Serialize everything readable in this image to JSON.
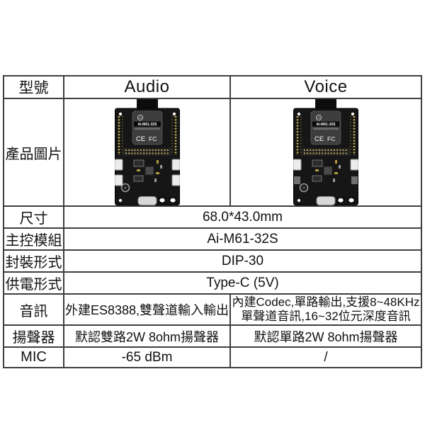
{
  "table": {
    "header": {
      "model_label": "型號",
      "audio": "Audio",
      "voice": "Voice"
    },
    "product_image": {
      "label": "產品圖片"
    },
    "size": {
      "label": "尺寸",
      "value": "68.0*43.0mm"
    },
    "main_module": {
      "label": "主控模組",
      "value": "Ai-M61-32S"
    },
    "package": {
      "label": "封裝形式",
      "value": "DIP-30"
    },
    "power": {
      "label": "供電形式",
      "value": "Type-C (5V)"
    },
    "audio_spec": {
      "label": "音訊",
      "audio": "外建ES8388,雙聲道輸入輸出",
      "voice_line1": "內建Codec,單路輸出,支援8~48KHz",
      "voice_line2": "單聲道音訊,16~32位元深度音訊"
    },
    "speaker": {
      "label": "揚聲器",
      "audio": "默認雙路2W 8ohm揚聲器",
      "voice": "默認單路2W 8ohm揚聲器"
    },
    "mic": {
      "label": "MIC",
      "audio": "-65 dBm",
      "voice": "/"
    }
  },
  "board": {
    "module_label": "Ai-M61-32S",
    "logo": "Ai",
    "ce_mark": "CE",
    "fcc_mark": "FC"
  },
  "colors": {
    "border": "#3f3f3f",
    "text": "#111111",
    "pcb": "#161616",
    "pin_gold": "#c9b458"
  }
}
